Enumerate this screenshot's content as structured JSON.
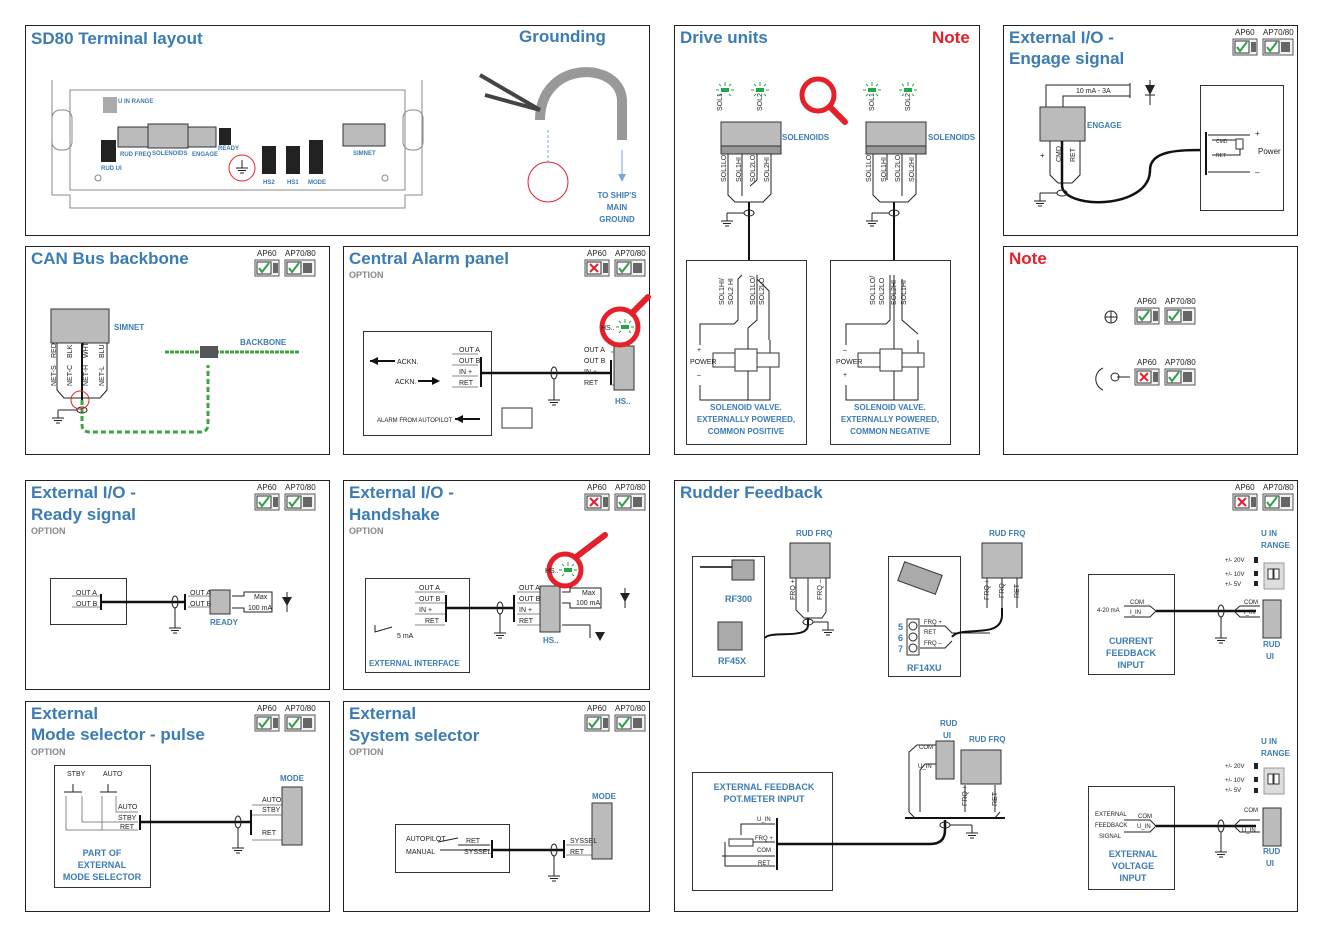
{
  "colors": {
    "heading": "#3b7cb3",
    "note": "#e4202a",
    "can_cable": "#3da53d",
    "led": "#22a64a",
    "check": "#2ea043",
    "cross": "#e4202a"
  },
  "compat_labels": {
    "ap60": "AP60",
    "ap7080": "AP70/80"
  },
  "panels": {
    "terminal": {
      "title": "SD80 Terminal layout",
      "grounding": "Grounding",
      "labels": {
        "u_in_range": "U IN RANGE",
        "rud_freq": "RUD FREQ",
        "solenoids": "SOLENOIDS",
        "engage": "ENGAGE",
        "ready": "READY",
        "simnet": "SIMNET",
        "rud_ui": "RUD UI",
        "hs2": "HS2",
        "hs1": "HS1",
        "mode": "MODE"
      },
      "ship_ground": [
        "TO SHIP'S",
        "MAIN",
        "GROUND"
      ]
    },
    "drive": {
      "title": "Drive units",
      "note": "Note",
      "leds": [
        "SOL1",
        "SOL2"
      ],
      "solenoids": "SOLENOIDS",
      "pins": [
        "SOL1LO",
        "SOL1HI",
        "SOL2LO",
        "SOL2HI"
      ],
      "left": {
        "wires": [
          "SOL1HI/",
          "SOL2 HI",
          "SOL1LO/",
          "SOL2LO"
        ],
        "power": "POWER",
        "plus": "+",
        "minus": "–",
        "caption": [
          "SOLENOID VALVE.",
          "EXTERNALLY POWERED,",
          "COMMON POSITIVE"
        ]
      },
      "right": {
        "wires": [
          "SOL1LO/",
          "SOL2LO",
          "SOL2HI",
          "SOL1HI"
        ],
        "power": "POWER",
        "plus": "+",
        "minus": "–",
        "caption": [
          "SOLENOID VALVE.",
          "EXTERNALLY POWERED,",
          "COMMON NEGATIVE"
        ]
      }
    },
    "engage": {
      "title": [
        "External I/O -",
        "Engage signal"
      ],
      "compat": [
        true,
        true
      ],
      "current": "10 mA - 3A",
      "connector": "ENGAGE",
      "pins": [
        "CMD",
        "RET"
      ],
      "plus": "+",
      "power": "Power",
      "minus": "–",
      "relay": [
        "CMD",
        "RET"
      ]
    },
    "can": {
      "title": "CAN Bus backbone",
      "compat": [
        true,
        true
      ],
      "connector": "SIMNET",
      "pins": [
        "NET-S",
        "NET-C",
        "NET-H",
        "NET-L"
      ],
      "colors": [
        "RED",
        "BLK",
        "WHT",
        "BLU"
      ],
      "backbone": "BACKBONE"
    },
    "alarm": {
      "title": "Central Alarm panel",
      "option": "OPTION",
      "compat": [
        false,
        true
      ],
      "ackn_out": "ACKN.",
      "ackn_in": "ACKN.",
      "alarm": "ALARM FROM AUTOPILOT",
      "pins": [
        "OUT A",
        "OUT B",
        "IN +",
        "RET"
      ],
      "hs": "HS..",
      "led": "HS.."
    },
    "note2": {
      "title": "Note",
      "rows": [
        {
          "compat": [
            true,
            true
          ]
        },
        {
          "compat": [
            false,
            true
          ]
        }
      ]
    },
    "ready": {
      "title": [
        "External I/O -",
        "Ready signal"
      ],
      "option": "OPTION",
      "compat": [
        true,
        true
      ],
      "pins": [
        "OUT A",
        "OUT B"
      ],
      "max": [
        "Max",
        "100 mA"
      ],
      "connector": "READY"
    },
    "handshake": {
      "title": [
        "External I/O -",
        "Handshake"
      ],
      "option": "OPTION",
      "compat": [
        false,
        true
      ],
      "pins": [
        "OUT A",
        "OUT B",
        "IN +",
        "RET"
      ],
      "current": "5 mA",
      "interface": "EXTERNAL INTERFACE",
      "max": [
        "Max",
        "100 mA"
      ],
      "hs": "HS..",
      "led": "HS.."
    },
    "mode": {
      "title": [
        "External",
        "Mode selector - pulse"
      ],
      "option": "OPTION",
      "compat": [
        true,
        true
      ],
      "buttons": [
        "STBY",
        "AUTO"
      ],
      "pins": [
        "AUTO",
        "STBY",
        "RET"
      ],
      "connector": "MODE",
      "caption": [
        "PART OF",
        "EXTERNAL",
        "MODE SELECTOR"
      ]
    },
    "system": {
      "title": [
        "External",
        "System selector"
      ],
      "option": "OPTION",
      "compat": [
        true,
        true
      ],
      "switch": [
        "AUTOPILOT",
        "MANUAL"
      ],
      "pins": [
        "RET",
        "SYSSEL"
      ],
      "connector": "MODE",
      "right_pins": [
        "SYSSEL",
        "RET"
      ]
    },
    "rudder": {
      "title": "Rudder Feedback",
      "compat": [
        false,
        true
      ],
      "rud_frq": "RUD FRQ",
      "frq_pins": [
        "FRQ +",
        "FRQ –",
        "RET"
      ],
      "rf300": "RF300",
      "rf45x": "RF45X",
      "rf14xu": "RF14XU",
      "terminals": [
        "5",
        "6",
        "7"
      ],
      "u_in_range": [
        "U IN",
        "RANGE"
      ],
      "ranges": [
        "+/- 20V",
        "+/- 10V",
        "+/- 5V"
      ],
      "rud_ui": [
        "RUD",
        "UI"
      ],
      "current": {
        "input": "4-20 mA",
        "pins": [
          "COM",
          "I_IN"
        ],
        "caption": [
          "CURRENT",
          "FEEDBACK",
          "INPUT"
        ]
      },
      "pot": {
        "caption": [
          "EXTERNAL FEEDBACK",
          "POT.METER INPUT"
        ],
        "pins": [
          "U_IN",
          "FRQ +",
          "COM",
          "RET"
        ],
        "ui_pins": [
          "COM",
          "U_IN"
        ]
      },
      "voltage": {
        "input": [
          "EXTERNAL",
          "FEEDBACK",
          "SIGNAL"
        ],
        "pins": [
          "COM",
          "U_IN"
        ],
        "caption": [
          "EXTERNAL",
          "VOLTAGE",
          "INPUT"
        ]
      }
    }
  }
}
